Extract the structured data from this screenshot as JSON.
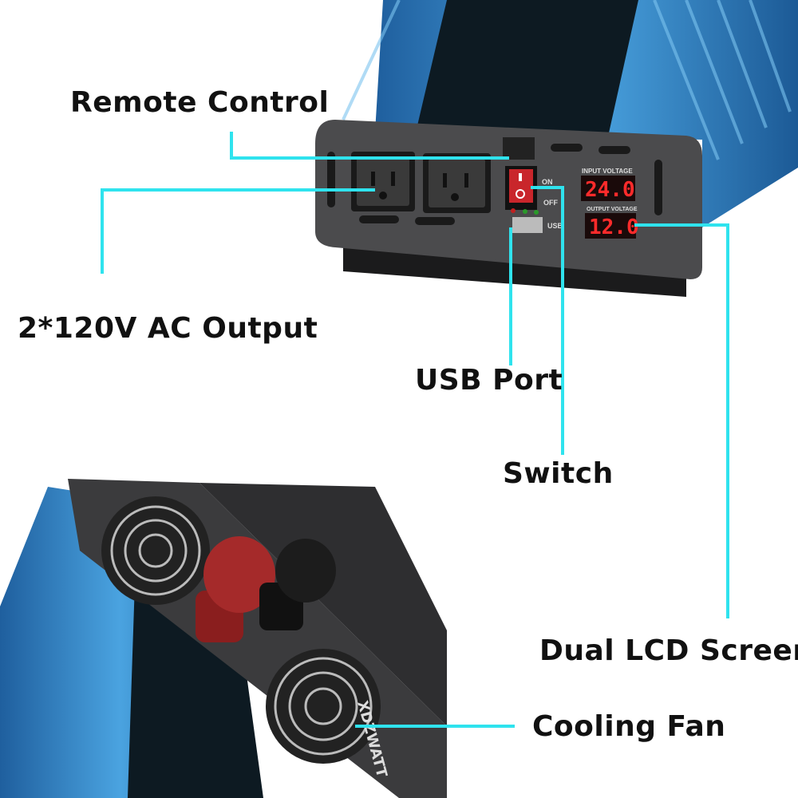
{
  "callouts": {
    "remote_control": "Remote Control",
    "ac_output": "2*120V AC Output",
    "usb_port": "USB Port",
    "switch": "Switch",
    "dual_lcd": "Dual LCD Screen",
    "cooling_fan": "Cooling Fan"
  },
  "panel": {
    "input_voltage_label": "INPUT VOLTAGE",
    "input_voltage_value": "24.0",
    "output_voltage_label": "OUTPUT VOLTAGE",
    "output_voltage_value": "12.0",
    "switch_on": "ON",
    "switch_off": "OFF",
    "usb_label": "USB"
  },
  "brand": "XDZWATT",
  "colors": {
    "callout_line": "#2fe3ee",
    "housing": "#2a7fc4",
    "panel": "#4a4a4c",
    "display": "#ff2b2b"
  }
}
